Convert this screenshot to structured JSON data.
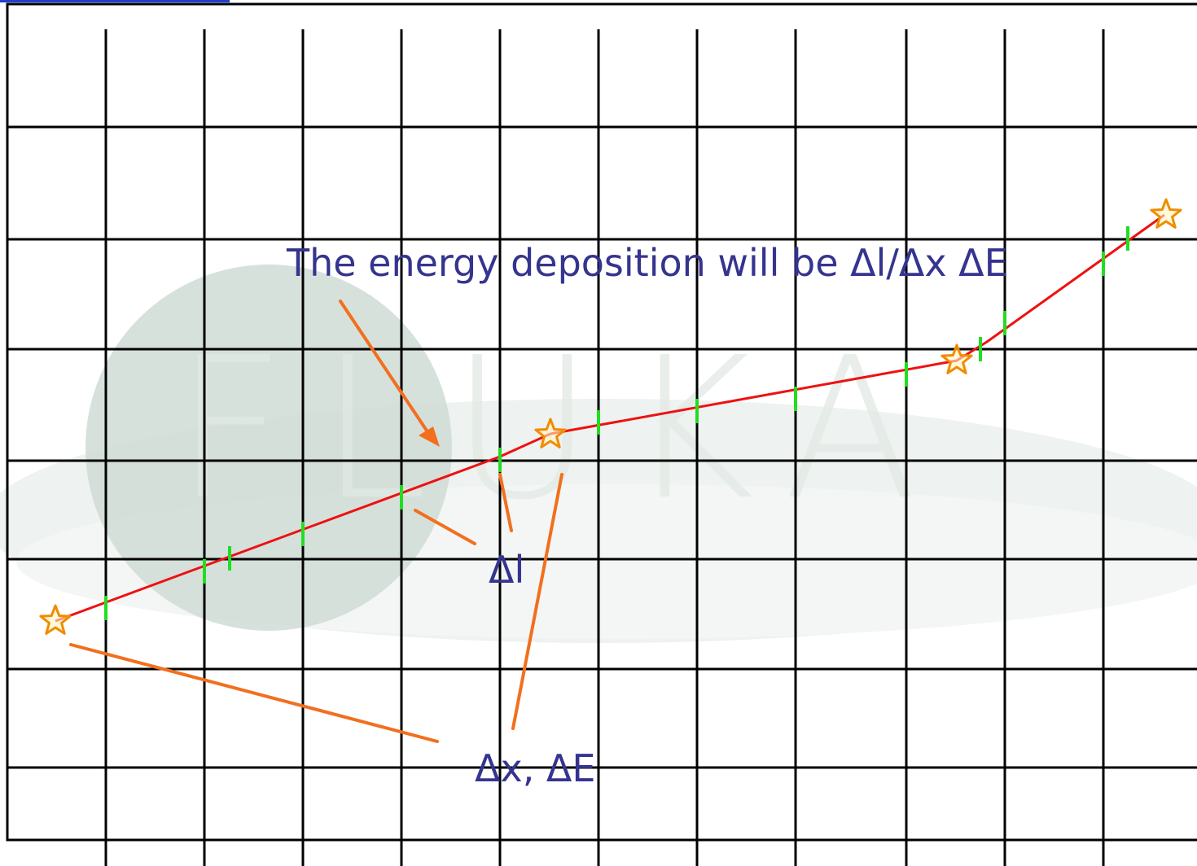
{
  "annotations": {
    "title": "The energy deposition will be Δl/Δx ΔE",
    "dl_label": "Δl",
    "dxde_label": "Δx, ΔE"
  },
  "watermark": {
    "text": "FLUKA"
  },
  "colors": {
    "grid": "#000000",
    "track": "#ee1111",
    "step_tick": "#22dd22",
    "star": "#f08c00",
    "pointer": "#f26f1e",
    "text": "#35348f",
    "watermark_disc": "#b9cbc4",
    "watermark_band": "#e6ece9",
    "top_bar": "#1f3fcf"
  }
}
